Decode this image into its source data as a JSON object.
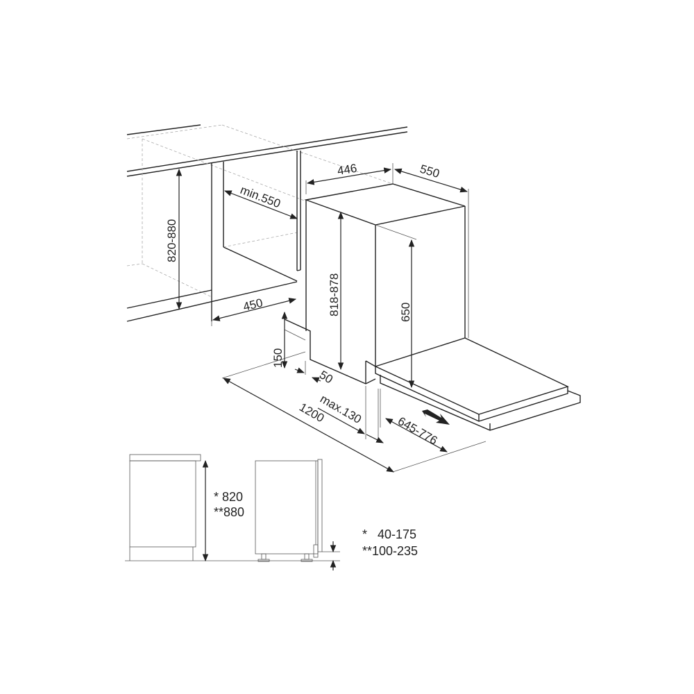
{
  "dimensions": {
    "cabinet_height": "820-880",
    "cabinet_depth_min": "min.550",
    "niche_width": "450",
    "appliance_width": "446",
    "appliance_depth": "550",
    "appliance_height": "818-878",
    "door_height": "650",
    "plinth_height": "150",
    "plinth_depth": "50",
    "total_depth_open": "1200",
    "door_overhang_max": "max.130",
    "door_panel_range": "645-776"
  },
  "side_view": {
    "height_option_1": "* 820",
    "height_option_2": "**880",
    "plinth_option_1": "*   40-175",
    "plinth_option_2": "**100-235"
  }
}
